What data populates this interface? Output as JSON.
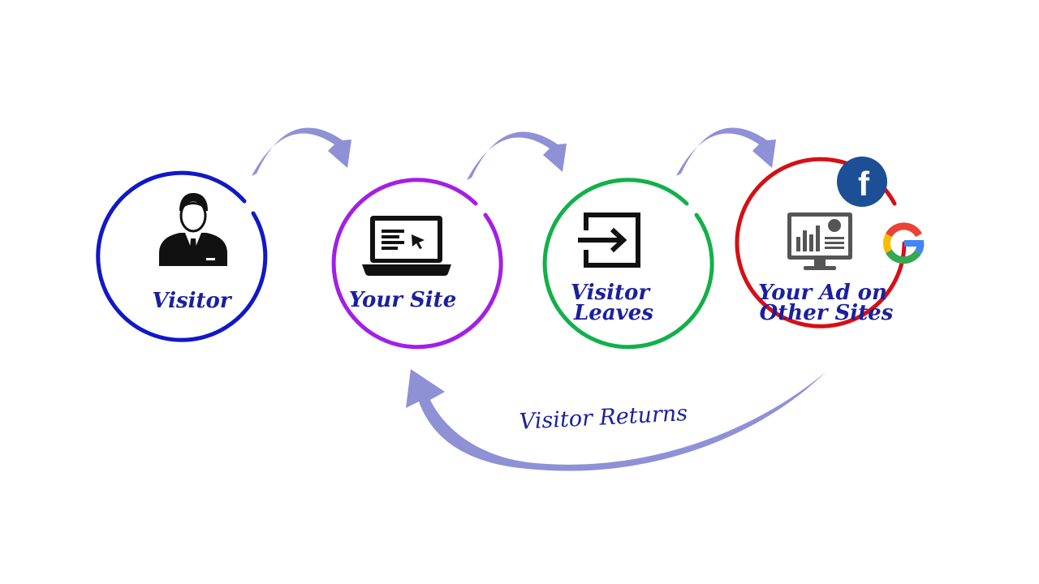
{
  "steps": [
    {
      "label_lines": [
        "Visitor"
      ],
      "ring_color": "#1018c8",
      "icon": "businessman-icon"
    },
    {
      "label_lines": [
        "Your Site"
      ],
      "ring_color": "#a41ee6",
      "icon": "laptop-icon"
    },
    {
      "label_lines": [
        "Visitor",
        "Leaves"
      ],
      "ring_color": "#12b04a",
      "icon": "exit-icon"
    },
    {
      "label_lines": [
        "Your Ad on",
        "Other Sites"
      ],
      "ring_color": "#d60f15",
      "icon": "monitor-chart-icon"
    }
  ],
  "return_label": "Visitor Returns",
  "arrow_color": "#8e91d6",
  "text_color": "#1b1f9e",
  "badges": [
    {
      "icon": "facebook-icon",
      "letter": "f",
      "color": "#1c4f95"
    },
    {
      "icon": "google-icon",
      "colors": [
        "#ea4335",
        "#fbbc05",
        "#34a853",
        "#4285f4"
      ]
    }
  ]
}
